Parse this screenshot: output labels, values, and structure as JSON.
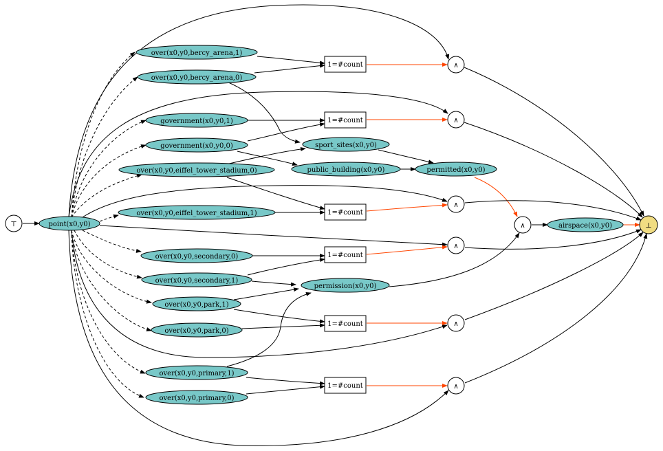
{
  "colors": {
    "node_fill": "#78c8c8",
    "sink_fill": "#f0dc82",
    "edge": "#000000",
    "constraint_edge": "#ff4500",
    "background": "#ffffff"
  },
  "nodes": {
    "top": "⊤",
    "point": "point(x0,y0)",
    "bercy1": "over(x0,y0,bercy_arena,1)",
    "bercy0": "over(x0,y0,bercy_arena,0)",
    "gov1": "government(x0,y0,1)",
    "gov0": "government(x0,y0,0)",
    "eiffel0": "over(x0,y0,eiffel_tower_stadium,0)",
    "eiffel1": "over(x0,y0,eiffel_tower_stadium,1)",
    "sec0": "over(x0,y0,secondary,0)",
    "sec1": "over(x0,y0,secondary,1)",
    "park1": "over(x0,y0,park,1)",
    "park0": "over(x0,y0,park,0)",
    "prim1": "over(x0,y0,primary,1)",
    "prim0": "over(x0,y0,primary,0)",
    "sport": "sport_sites(x0,y0)",
    "public": "public_building(x0,y0)",
    "permitted": "permitted(x0,y0)",
    "permission": "permission(x0,y0)",
    "count1": "1=#count",
    "count2": "1=#count",
    "count3": "1=#count",
    "count4": "1=#count",
    "count5": "1=#count",
    "count6": "1=#count",
    "and1": "∧",
    "and2": "∧",
    "and3": "∧",
    "and4": "∧",
    "and5": "∧",
    "and6": "∧",
    "and7": "∧",
    "airspace": "airspace(x0,y0)",
    "bottom": "⊥"
  }
}
